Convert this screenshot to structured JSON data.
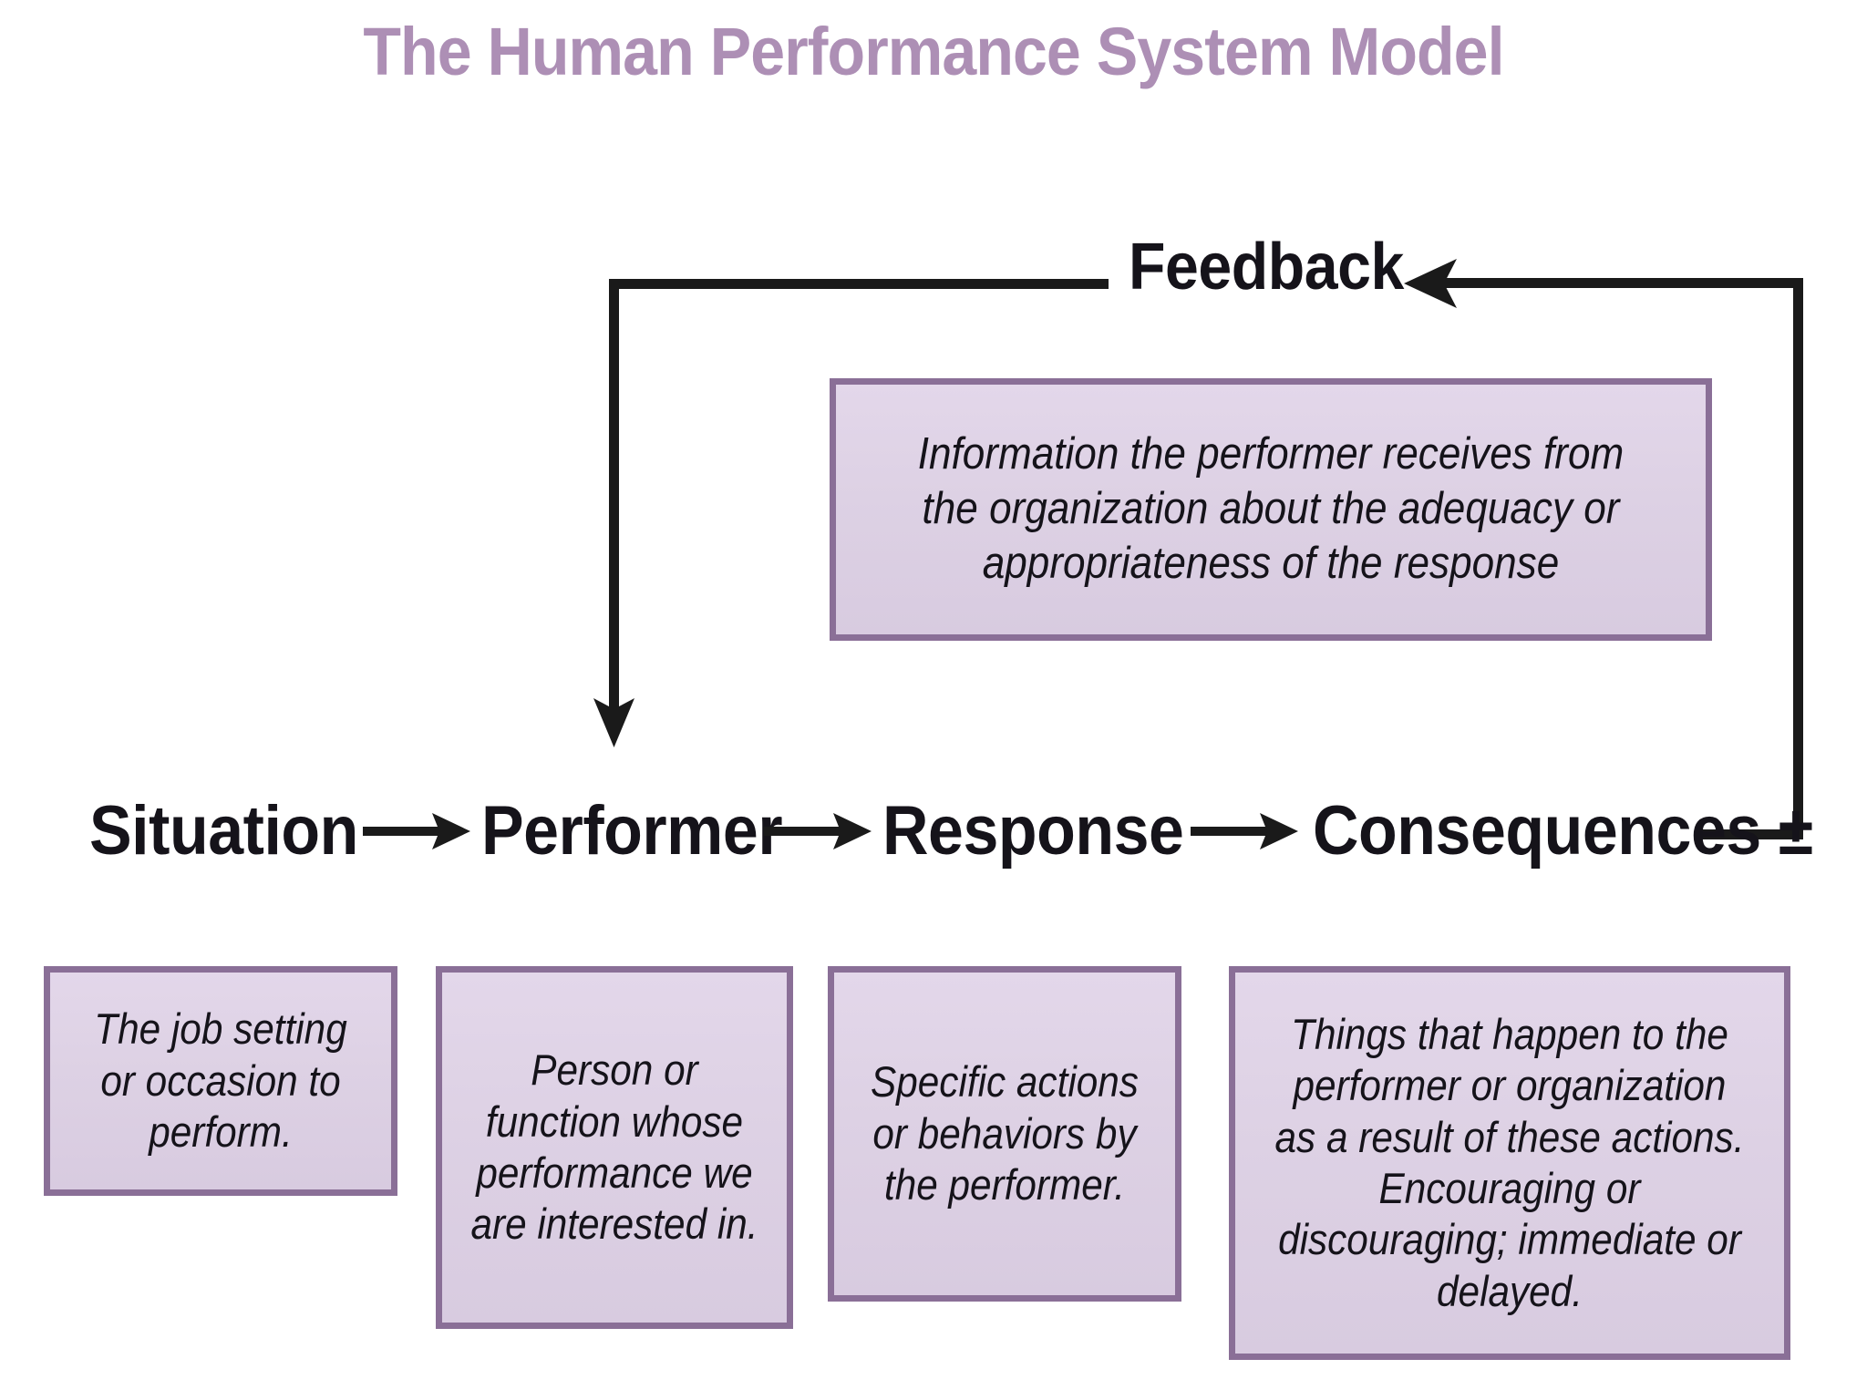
{
  "title": "The Human Performance System Model",
  "colors": {
    "title_purple": "#ad8fb5",
    "box_fill": "#ded2e6",
    "box_border": "#8a6f97",
    "line_black": "#1a1a1a",
    "text_black": "#15131a",
    "background": "#ffffff"
  },
  "feedback": {
    "label": "Feedback",
    "description": "Information the performer receives from the organization about the adequacy or appropriateness of the response"
  },
  "chain": {
    "steps": [
      {
        "id": "situation",
        "label": "Situation",
        "description": "The job setting or occasion to perform."
      },
      {
        "id": "performer",
        "label": "Performer",
        "description": "Person or function whose performance we are interested in."
      },
      {
        "id": "response",
        "label": "Response",
        "description": "Specific actions or behaviors by the performer."
      },
      {
        "id": "consequences",
        "label": "Consequences ±",
        "description": "Things that happen to the performer or organization as a result of these actions. Encouraging or discouraging; immediate or delayed."
      }
    ],
    "arrow_glyph": "→"
  },
  "chart_data": {
    "type": "diagram",
    "title": "The Human Performance System Model",
    "nodes": [
      {
        "name": "Situation",
        "note": "The job setting or occasion to perform."
      },
      {
        "name": "Performer",
        "note": "Person or function whose performance we are interested in."
      },
      {
        "name": "Response",
        "note": "Specific actions or behaviors by the performer."
      },
      {
        "name": "Consequences ±",
        "note": "Things that happen to the performer or organization as a result of these actions. Encouraging or discouraging; immediate or delayed."
      },
      {
        "name": "Feedback",
        "note": "Information the performer receives from the organization about the adequacy or appropriateness of the response"
      }
    ],
    "edges": [
      {
        "from": "Situation",
        "to": "Performer",
        "style": "arrow"
      },
      {
        "from": "Performer",
        "to": "Response",
        "style": "arrow"
      },
      {
        "from": "Response",
        "to": "Consequences ±",
        "style": "arrow"
      },
      {
        "from": "Consequences ±",
        "to": "Feedback",
        "style": "arrow-loop-up"
      },
      {
        "from": "Feedback",
        "to": "Performer",
        "style": "arrow-loop-down"
      }
    ]
  }
}
